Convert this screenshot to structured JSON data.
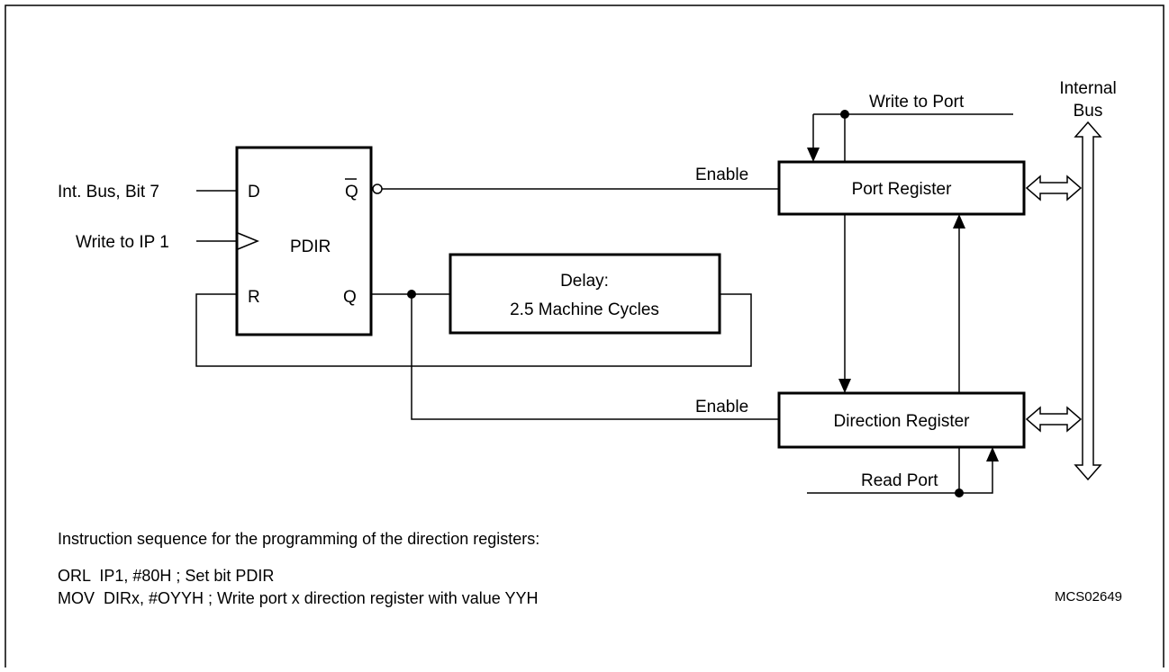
{
  "flipflop": {
    "name": "PDIR",
    "pin_d": "D",
    "pin_r": "R",
    "pin_q": "Q",
    "pin_qbar": "Q"
  },
  "inputs": {
    "int_bus_bit7": "Int. Bus, Bit 7",
    "write_to_ip1": "Write to IP 1"
  },
  "delay": {
    "line1": "Delay:",
    "line2": "2.5 Machine Cycles"
  },
  "port_register": {
    "label": "Port Register",
    "enable_label": "Enable",
    "write_label": "Write to Port"
  },
  "direction_register": {
    "label": "Direction Register",
    "enable_label": "Enable",
    "read_label": "Read Port"
  },
  "internal_bus": {
    "line1": "Internal",
    "line2": "Bus"
  },
  "notes": {
    "heading": "Instruction sequence for the programming of the direction registers:",
    "line1": "ORL  IP1, #80H ; Set bit PDIR",
    "line2": "MOV  DIRx, #OYYH ; Write port x direction register with value YYH"
  },
  "figure_id": "MCS02649"
}
